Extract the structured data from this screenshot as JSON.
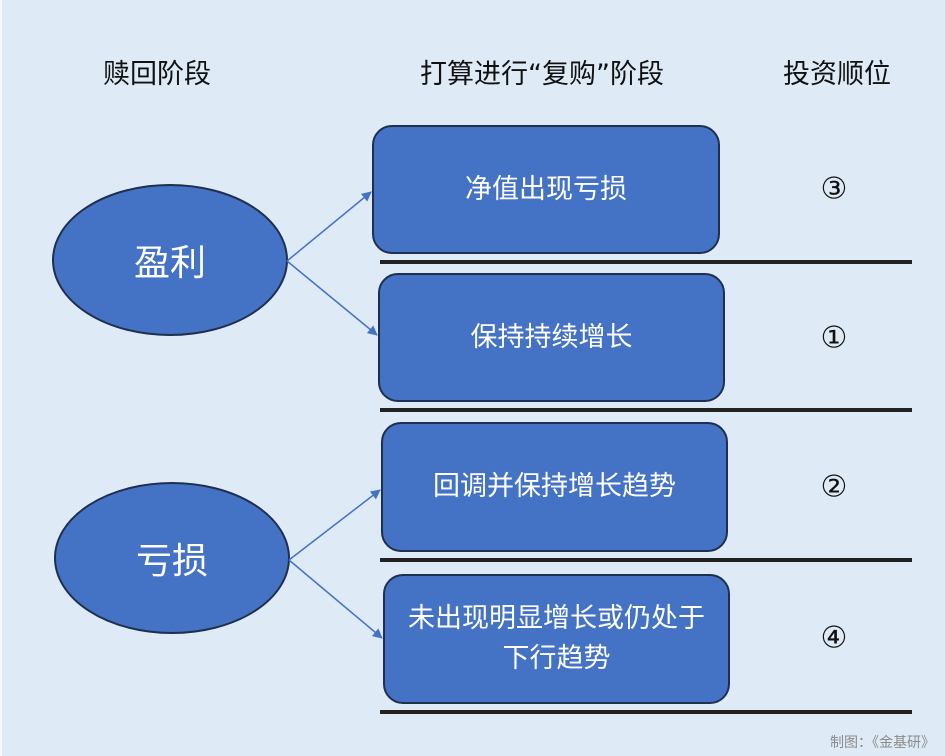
{
  "headers": {
    "stage": "赎回阶段",
    "repurchase": "打算进行“复购”阶段",
    "rank": "投资顺位"
  },
  "groups": [
    {
      "label": "盈利",
      "items": [
        {
          "text": "净值出现亏损",
          "rank": "③"
        },
        {
          "text": "保持持续增长",
          "rank": "①"
        }
      ]
    },
    {
      "label": "亏损",
      "items": [
        {
          "text": "回调并保持增长趋势",
          "rank": "②"
        },
        {
          "text": "未出现明显增长或仍处于下行趋势",
          "rank": "④"
        }
      ]
    }
  ],
  "credit": "制图：《金基研》",
  "colors": {
    "fill": "#4472c4",
    "background": "#deebf6",
    "arrow": "#4472c4"
  }
}
